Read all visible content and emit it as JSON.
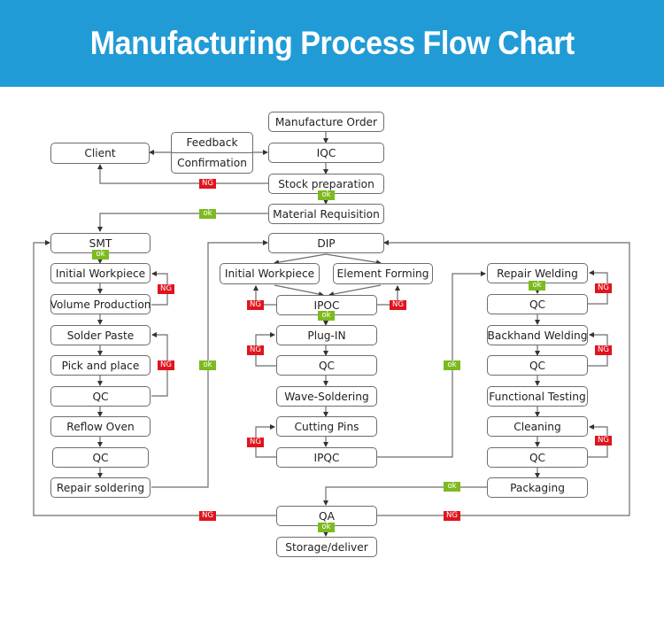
{
  "header": {
    "title": "Manufacturing Process Flow Chart",
    "background": "#219bd6"
  },
  "colors": {
    "ng": "#e0141e",
    "ok": "#7dba1f",
    "line": "#6d6d6d"
  },
  "labels": {
    "ng": "NG",
    "ok": "ok"
  },
  "nodes": {
    "client": "Client",
    "feedback": "Feedback",
    "confirmation": "Confirmation",
    "manufacture_order": "Manufacture Order",
    "iqc": "IQC",
    "stock_preparation": "Stock preparation",
    "material_requisition": "Material Requisition",
    "smt": {
      "title": "SMT",
      "steps": [
        "Initial Workpiece",
        "Volume Production",
        "Solder Paste",
        "Pick and place",
        "QC",
        "Reflow Oven",
        "QC",
        "Repair soldering"
      ]
    },
    "dip": {
      "title": "DIP",
      "branches": [
        "Initial Workpiece",
        "Element Forming"
      ],
      "steps": [
        "IPOC",
        "Plug-IN",
        "QC",
        "Wave-Soldering",
        "Cutting Pins",
        "IPQC"
      ]
    },
    "post": {
      "steps": [
        "Repair Welding",
        "QC",
        "Backhand Welding",
        "QC",
        "Functional Testing",
        "Cleaning",
        "QC",
        "Packaging"
      ]
    },
    "qa": "QA",
    "storage": "Storage/deliver"
  }
}
